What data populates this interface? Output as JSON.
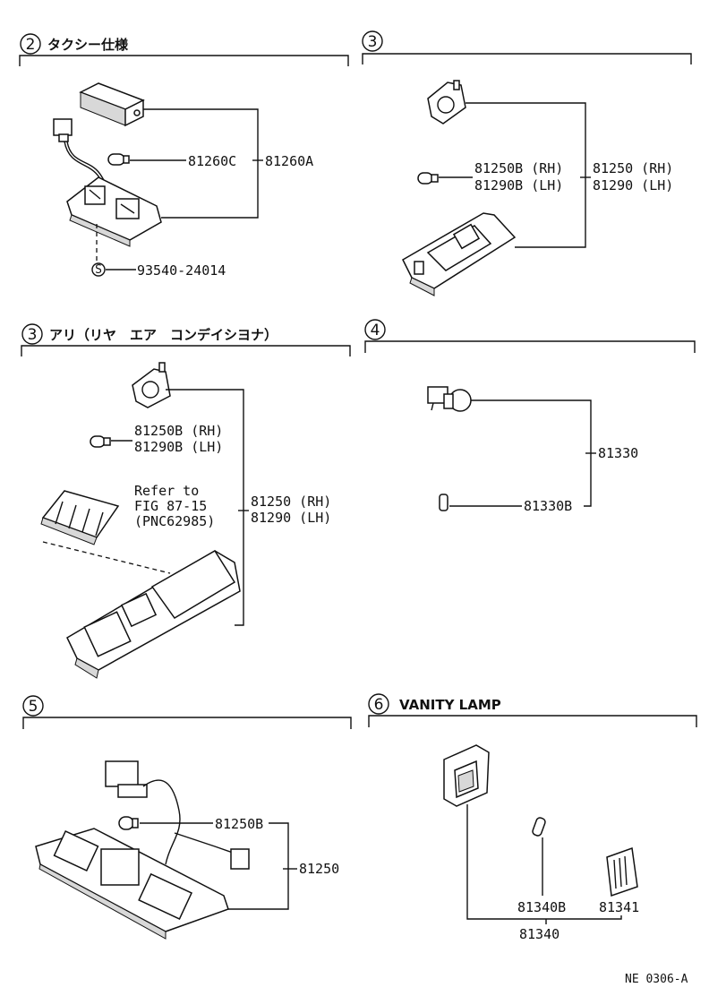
{
  "sections": {
    "s2": {
      "num": "2",
      "title": "タクシー仕様",
      "labels": {
        "bulb": "81260C",
        "assy": "81260A",
        "screw_sym": "S",
        "screw": "93540-24014"
      }
    },
    "s3a": {
      "num": "3",
      "labels": {
        "bulb1": "81250B (RH)",
        "bulb2": "81290B (LH)",
        "assy1": "81250 (RH)",
        "assy2": "81290 (LH)"
      }
    },
    "s3b": {
      "num": "3",
      "title": "アリ（リヤ　エア　コンデイシヨナ）",
      "labels": {
        "bulb1": "81250B (RH)",
        "bulb2": "81290B (LH)",
        "ref1": "Refer to",
        "ref2": "FIG 87-15",
        "ref3": "(PNC62985)",
        "assy1": "81250 (RH)",
        "assy2": "81290 (LH)"
      }
    },
    "s4": {
      "num": "4",
      "labels": {
        "assy": "81330",
        "bulb": "81330B"
      }
    },
    "s5": {
      "num": "5",
      "labels": {
        "bulb": "81250B",
        "assy": "81250"
      }
    },
    "s6": {
      "num": "6",
      "title": "VANITY LAMP",
      "labels": {
        "bulb": "81340B",
        "lens": "81341",
        "assy": "81340"
      }
    }
  },
  "footer": {
    "code": "NE 0306-A"
  }
}
